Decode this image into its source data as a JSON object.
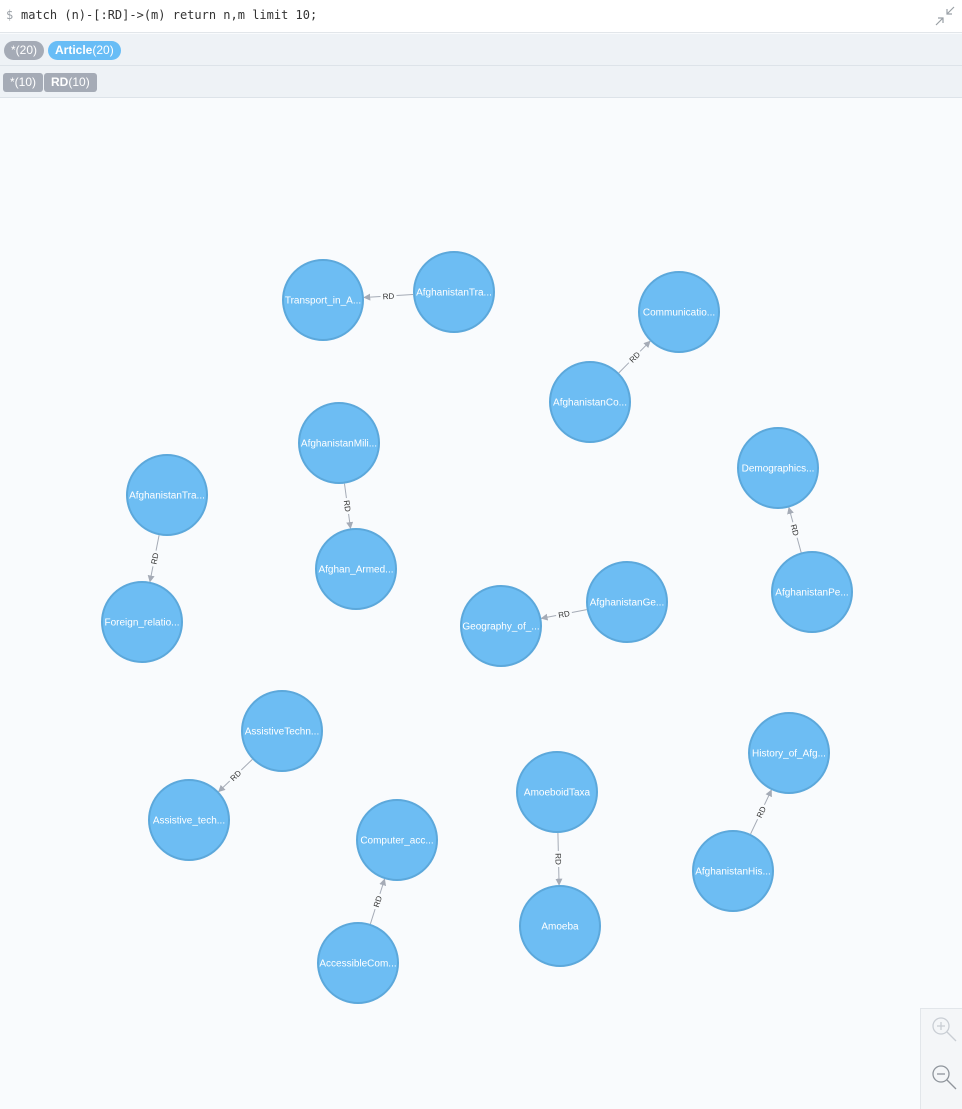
{
  "query": {
    "prompt": "$",
    "text": "match (n)-[:RD]->(m) return n,m limit 10;"
  },
  "node_labels": {
    "all": {
      "name": "*",
      "count": "(20)"
    },
    "article": {
      "name": "Article",
      "count": "(20)"
    }
  },
  "rel_types": {
    "all": {
      "name": "*",
      "count": "(10)"
    },
    "rd": {
      "name": "RD",
      "count": "(10)"
    }
  },
  "colors": {
    "node_fill": "#6dbdf3",
    "node_stroke": "#5ca8db",
    "edge": "#a5abb6"
  },
  "icons": {
    "collapse": "collapse-icon",
    "zoom_in": "zoom-in-icon",
    "zoom_out": "zoom-out-icon"
  },
  "graph": {
    "nodes": [
      {
        "id": "n1",
        "caption": "Transport_in_A..."
      },
      {
        "id": "n2",
        "caption": "AfghanistanTra..."
      },
      {
        "id": "n3",
        "caption": "Communicatio..."
      },
      {
        "id": "n4",
        "caption": "AfghanistanCo..."
      },
      {
        "id": "n5",
        "caption": "AfghanistanMili..."
      },
      {
        "id": "n6",
        "caption": "Afghan_Armed..."
      },
      {
        "id": "n7",
        "caption": "AfghanistanTra..."
      },
      {
        "id": "n8",
        "caption": "Foreign_relatio..."
      },
      {
        "id": "n9",
        "caption": "Demographics..."
      },
      {
        "id": "n10",
        "caption": "AfghanistanPe..."
      },
      {
        "id": "n11",
        "caption": "Geography_of_..."
      },
      {
        "id": "n12",
        "caption": "AfghanistanGe..."
      },
      {
        "id": "n13",
        "caption": "AssistiveTechn..."
      },
      {
        "id": "n14",
        "caption": "Assistive_tech..."
      },
      {
        "id": "n15",
        "caption": "Computer_acc..."
      },
      {
        "id": "n16",
        "caption": "AccessibleCom..."
      },
      {
        "id": "n17",
        "caption": "AmoeboidTaxa"
      },
      {
        "id": "n18",
        "caption": "Amoeba"
      },
      {
        "id": "n19",
        "caption": "History_of_Afg..."
      },
      {
        "id": "n20",
        "caption": "AfghanistanHis..."
      }
    ],
    "relationships": [
      {
        "from": "n2",
        "to": "n1",
        "type": "RD"
      },
      {
        "from": "n4",
        "to": "n3",
        "type": "RD"
      },
      {
        "from": "n5",
        "to": "n6",
        "type": "RD"
      },
      {
        "from": "n7",
        "to": "n8",
        "type": "RD"
      },
      {
        "from": "n10",
        "to": "n9",
        "type": "RD"
      },
      {
        "from": "n12",
        "to": "n11",
        "type": "RD"
      },
      {
        "from": "n13",
        "to": "n14",
        "type": "RD"
      },
      {
        "from": "n16",
        "to": "n15",
        "type": "RD"
      },
      {
        "from": "n17",
        "to": "n18",
        "type": "RD"
      },
      {
        "from": "n20",
        "to": "n19",
        "type": "RD"
      }
    ]
  }
}
